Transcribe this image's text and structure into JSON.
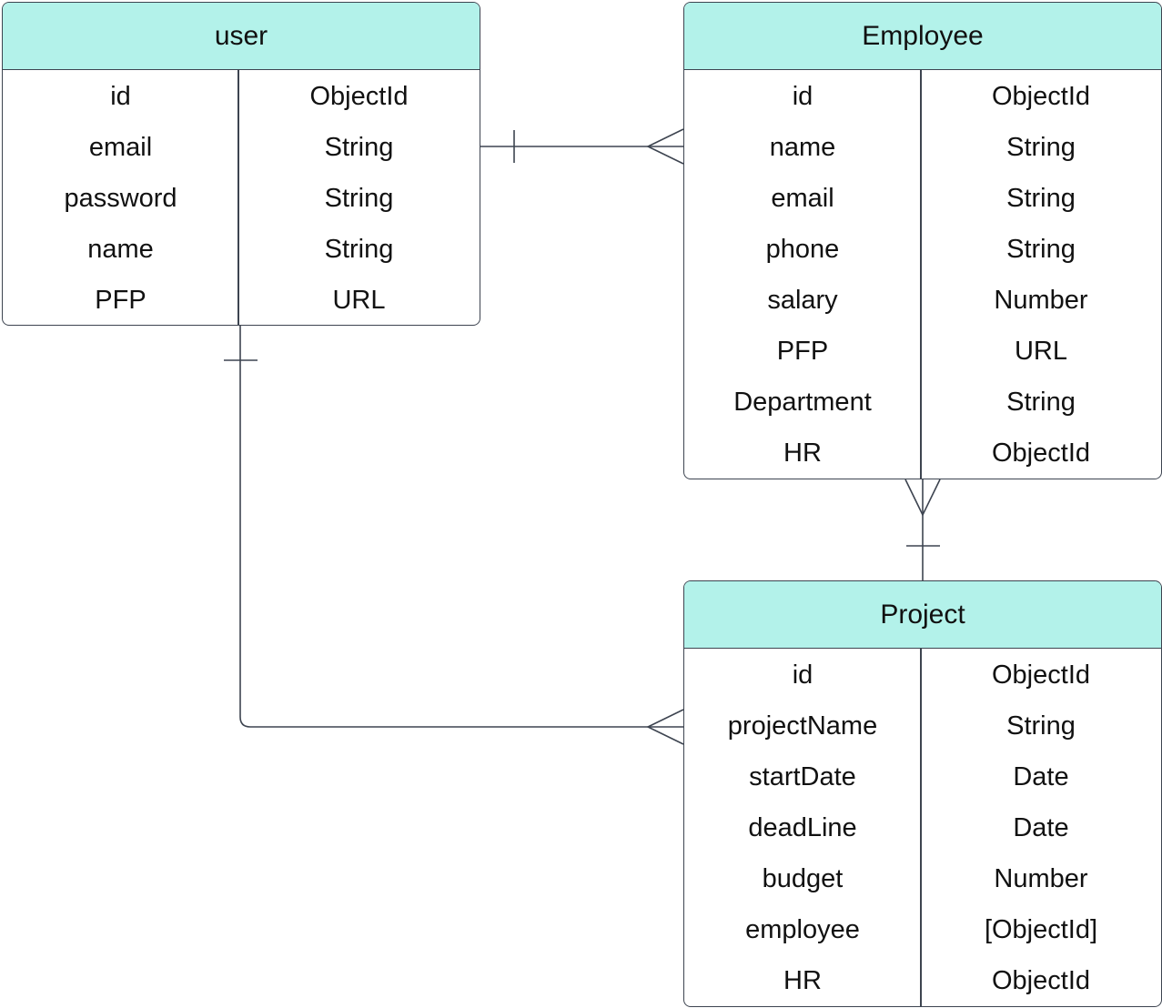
{
  "entities": {
    "user": {
      "title": "user",
      "fields": [
        {
          "name": "id",
          "type": "ObjectId"
        },
        {
          "name": "email",
          "type": "String"
        },
        {
          "name": "password",
          "type": "String"
        },
        {
          "name": "name",
          "type": "String"
        },
        {
          "name": "PFP",
          "type": "URL"
        }
      ]
    },
    "employee": {
      "title": "Employee",
      "fields": [
        {
          "name": "id",
          "type": "ObjectId"
        },
        {
          "name": "name",
          "type": "String"
        },
        {
          "name": "email",
          "type": "String"
        },
        {
          "name": "phone",
          "type": "String"
        },
        {
          "name": "salary",
          "type": "Number"
        },
        {
          "name": "PFP",
          "type": "URL"
        },
        {
          "name": "Department",
          "type": "String"
        },
        {
          "name": "HR",
          "type": "ObjectId"
        }
      ]
    },
    "project": {
      "title": "Project",
      "fields": [
        {
          "name": "id",
          "type": "ObjectId"
        },
        {
          "name": "projectName",
          "type": "String"
        },
        {
          "name": "startDate",
          "type": "Date"
        },
        {
          "name": "deadLine",
          "type": "Date"
        },
        {
          "name": "budget",
          "type": "Number"
        },
        {
          "name": "employee",
          "type": "[ObjectId]"
        },
        {
          "name": "HR",
          "type": "ObjectId"
        }
      ]
    }
  },
  "relationships": [
    {
      "from": "user",
      "to": "employee",
      "from_cardinality": "one",
      "to_cardinality": "many"
    },
    {
      "from": "user",
      "to": "project",
      "from_cardinality": "one",
      "to_cardinality": "many"
    },
    {
      "from": "project",
      "to": "employee",
      "from_cardinality": "one",
      "to_cardinality": "many"
    }
  ],
  "colors": {
    "header_fill": "#b3f2ea",
    "line": "#3d4450"
  }
}
